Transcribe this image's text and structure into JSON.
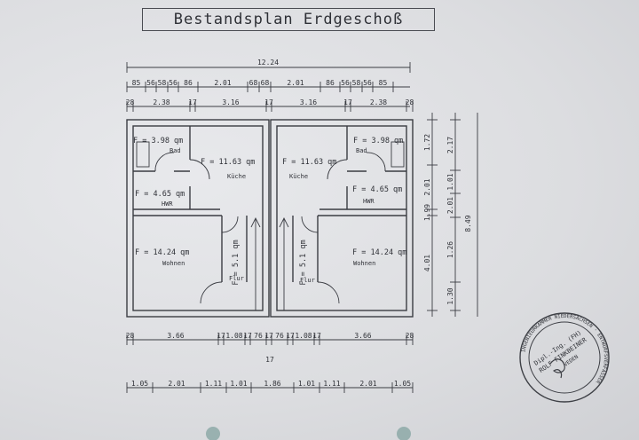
{
  "title": "Bestandsplan Erdgeschoß",
  "dims": {
    "total": "12.24",
    "top_row": [
      "85",
      "56",
      "58",
      "56",
      "86",
      "2.01",
      "68",
      "68",
      "2.01",
      "86",
      "56",
      "58",
      "56",
      "85"
    ],
    "second_row": [
      "28",
      "2.38",
      "17",
      "3.16",
      "17",
      "3.16",
      "17",
      "2.38",
      "28"
    ],
    "bottom_row1": [
      "28",
      "3.66",
      "17",
      "1.08",
      "17",
      "76",
      "17",
      "76",
      "17",
      "1.08",
      "17",
      "3.66",
      "28"
    ],
    "bottom_extra": "17",
    "bottom_row2": [
      "1.05",
      "2.01",
      "1.11",
      "1.01",
      "1.86",
      "1.01",
      "1.11",
      "2.01",
      "1.05"
    ],
    "right_inner": [
      "1.72",
      "2.01",
      "1.99",
      "4.01"
    ],
    "right_mid": [
      "2.17",
      "1.01",
      "2.01",
      "1.26",
      "1.30"
    ],
    "right_outer": "8.49"
  },
  "rooms": {
    "bad_area": "F = 3.98 qm",
    "bad_name": "Bad",
    "kueche_area": "F = 11.63 qm",
    "kueche_name": "Küche",
    "hwr_area": "F = 4.65 qm",
    "hwr_name": "HWR",
    "wohnen_area": "F = 14.24 qm",
    "wohnen_name": "Wohnen",
    "flur_area": "F = 5.1 qm",
    "flur_name": "Flur"
  },
  "stamp": {
    "ring_text": "INGENIEURKAMMER NIEDERSACHSEN · ENTWURFSVERFASSER",
    "line1": "Dipl.-Ing. (FH)",
    "line2": "ROLF FINKBEINER",
    "line3": "VEDEN"
  },
  "colors": {
    "ink": "#3a3c42",
    "paper": "#dedfe1",
    "holes": "#7e9f9c"
  }
}
